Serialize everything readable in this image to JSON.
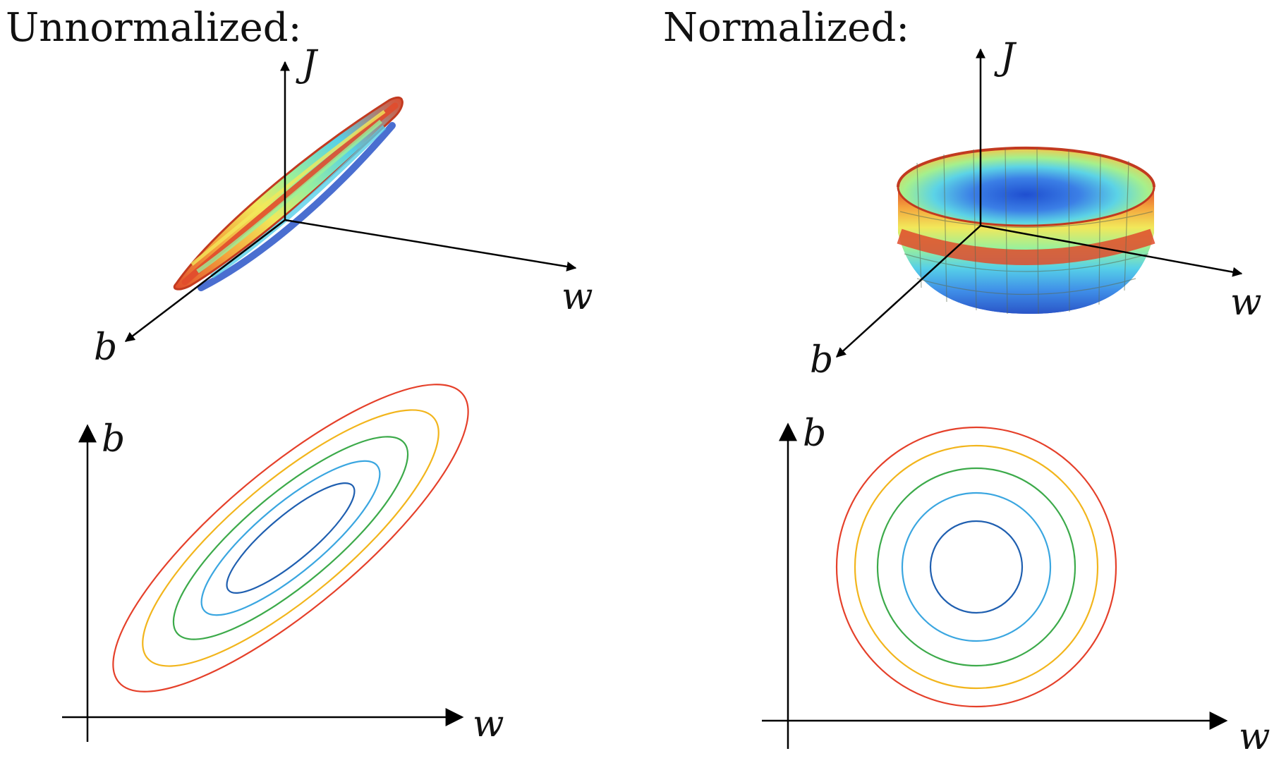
{
  "panels": {
    "unnormalized": {
      "title": "Unnormalized:",
      "surface_axes": {
        "vertical": "J",
        "right": "w",
        "depth": "b"
      },
      "contour_axes": {
        "x": "w",
        "y": "b"
      }
    },
    "normalized": {
      "title": "Normalized:",
      "surface_axes": {
        "vertical": "J",
        "right": "w",
        "depth": "b"
      },
      "contour_axes": {
        "x": "w",
        "y": "b"
      }
    }
  },
  "contour_colors": [
    "#1f5fb0",
    "#3aa6e0",
    "#3caa4a",
    "#f2b51c",
    "#e5402a"
  ],
  "surface_colors": [
    "#2a55c8",
    "#3f8ee8",
    "#56d0e8",
    "#9bf09a",
    "#f2e85a",
    "#f4a33c",
    "#e14b2c"
  ]
}
